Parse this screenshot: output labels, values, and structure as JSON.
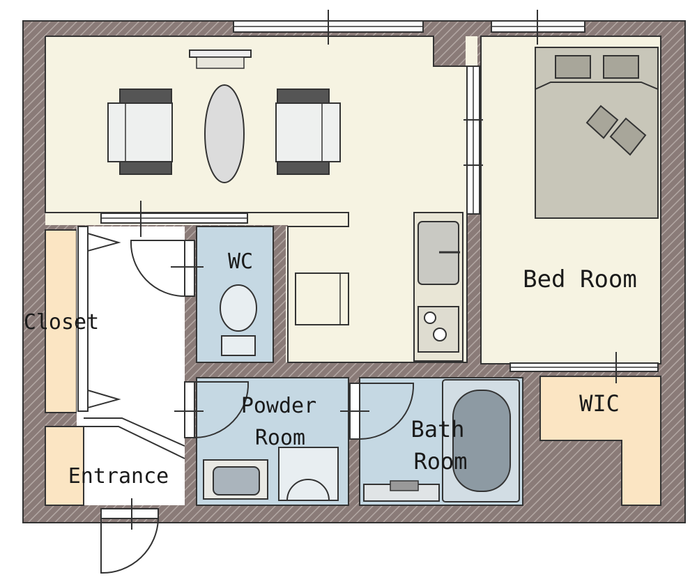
{
  "rooms": {
    "wc": "WC",
    "bed_room": "Bed Room",
    "closet": "Closet",
    "powder_room_line1": "Powder",
    "powder_room_line2": "Room",
    "bath_room_line1": "Bath",
    "bath_room_line2": "Room",
    "wic": "WIC",
    "entrance": "Entrance"
  },
  "colors": {
    "wall": "#8a7b78",
    "living_floor": "#f6f3e2",
    "wet_floor": "#c5d8e3",
    "storage_floor": "#fbe5c3",
    "bed": "#c8c6b9",
    "sofa": "#eef0ef",
    "outline": "#333333"
  }
}
